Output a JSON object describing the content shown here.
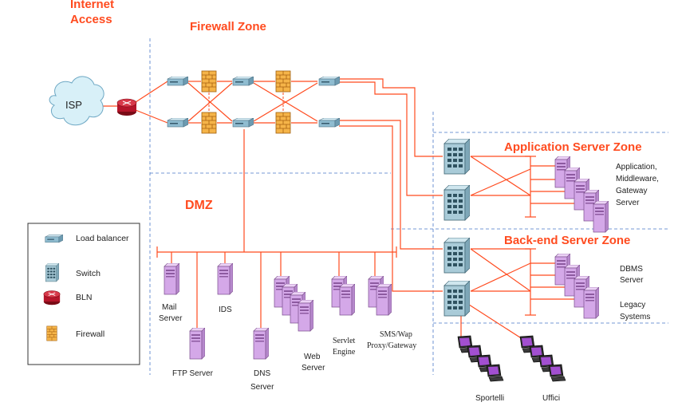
{
  "colors": {
    "accent": "#ff4b1f",
    "zone_divider": "#4a78c8",
    "link": "#ff4b1f",
    "server": "#d4a8e8",
    "switch": "#9cc4d6",
    "firewall": "#f0a030",
    "router": "#c0182a",
    "cloud": "#d8f0f8"
  },
  "zones": {
    "internet": [
      "Internet",
      "Access"
    ],
    "firewall": "Firewall Zone",
    "dmz": "DMZ",
    "app": "Application Server Zone",
    "backend": "Back-end Server Zone"
  },
  "nodes": {
    "isp": "ISP",
    "mail": [
      "Mail",
      "Server"
    ],
    "ftp": "FTP Server",
    "ids": "IDS",
    "dns": [
      "DNS",
      "Server"
    ],
    "web": [
      "Web",
      "Server"
    ],
    "servlet": [
      "Servlet",
      "Engine"
    ],
    "sms": [
      "SMS/Wap",
      "Proxy/Gateway"
    ],
    "app_servers": [
      "Application,",
      "Middleware,",
      "Gateway",
      "Server"
    ],
    "dbms": [
      "DBMS",
      "Server"
    ],
    "legacy": [
      "Legacy",
      "Systems"
    ],
    "sportelli": "Sportelli",
    "uffici": "Uffici"
  },
  "legend": {
    "load_balancer": "Load balancer",
    "switch": "Switch",
    "bln": "BLN",
    "firewall": "Firewall"
  }
}
